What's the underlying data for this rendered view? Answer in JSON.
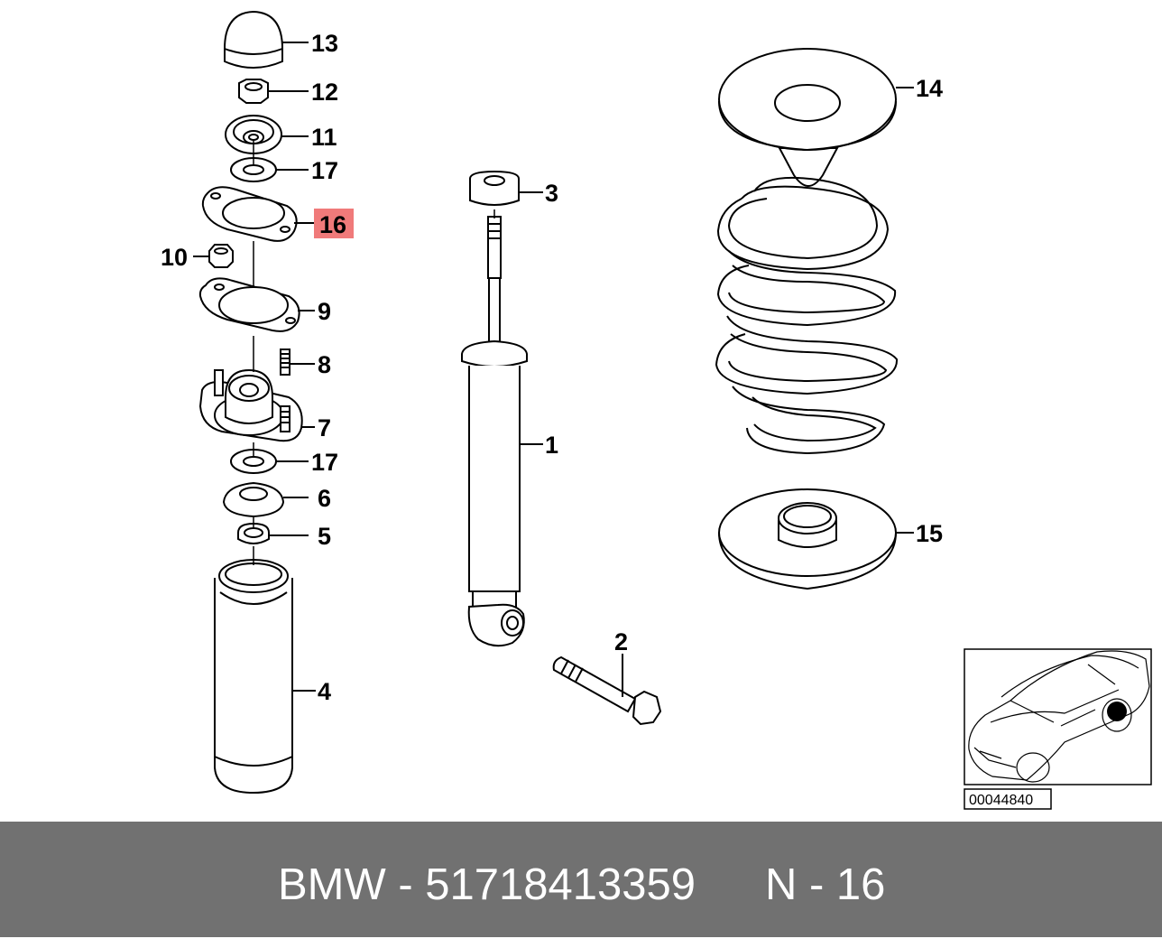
{
  "callouts": {
    "c1": "1",
    "c2": "2",
    "c3": "3",
    "c4": "4",
    "c5": "5",
    "c6": "6",
    "c7": "7",
    "c8": "8",
    "c9": "9",
    "c10": "10",
    "c11": "11",
    "c12": "12",
    "c13": "13",
    "c14": "14",
    "c15": "15",
    "c16": "16",
    "c17a": "17",
    "c17b": "17"
  },
  "highlight": {
    "part": "16",
    "color": "#f07a7a"
  },
  "inset": {
    "diagram_id": "00044840"
  },
  "footer": {
    "part_number_text": "BMW - 51718413359",
    "reference_text": "N - 16",
    "background": "#717171",
    "text_color": "#ffffff"
  }
}
